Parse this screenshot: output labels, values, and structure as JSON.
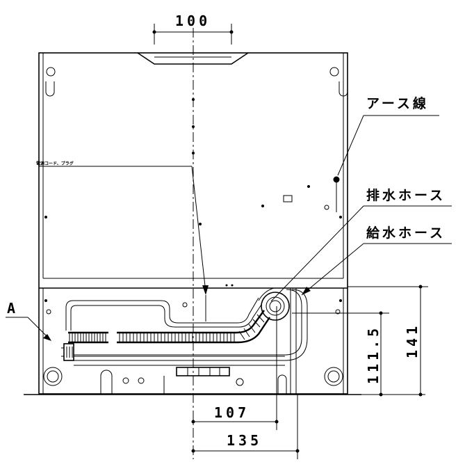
{
  "dimensions": {
    "top_width": "100",
    "bottom_107": "107",
    "bottom_135": "135",
    "side_111_5": "111.5",
    "side_141": "141"
  },
  "labels": {
    "earth_wire": "アース線",
    "drain_hose": "排水ホース",
    "supply_hose": "給水ホース",
    "power_cord": "電源コード、プラグ",
    "detail_a": "A"
  }
}
